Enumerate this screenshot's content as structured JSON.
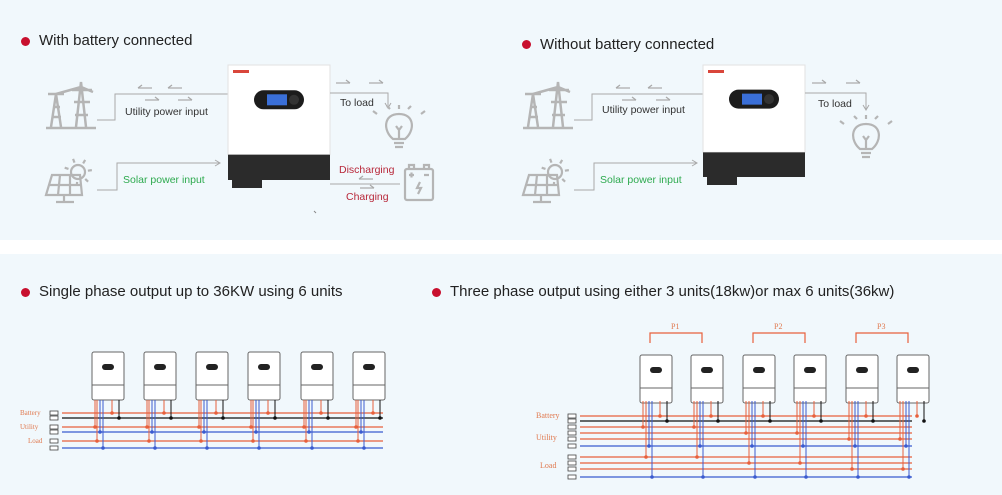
{
  "sections": {
    "with_battery": {
      "title": "With battery connected",
      "utility_label": "Utility power input",
      "solar_label": "Solar power input",
      "load_label": "To load",
      "discharging_label": "Discharging",
      "charging_label": "Charging"
    },
    "without_battery": {
      "title": "Without battery connected",
      "utility_label": "Utility power input",
      "solar_label": "Solar power input",
      "load_label": "To load"
    },
    "single_phase": {
      "title": "Single phase output up to 36KW using 6 units",
      "bus_labels": {
        "battery": "Battery",
        "utility": "Utility",
        "load": "Load"
      }
    },
    "three_phase": {
      "title": "Three phase output using either 3 units(18kw)or max 6 units(36kw)",
      "groups": [
        "P1",
        "P2",
        "P3"
      ],
      "bus_labels": {
        "battery": "Battery",
        "utility": "Utility",
        "load": "Load"
      }
    }
  },
  "colors": {
    "accent": "#c8102e",
    "solar": "#2eaa4f",
    "battery_text": "#b8283a",
    "live": "#e8603c",
    "neutral": "#3a5bd0",
    "ground": "#111111",
    "icon_gray": "#b5b5b5"
  }
}
